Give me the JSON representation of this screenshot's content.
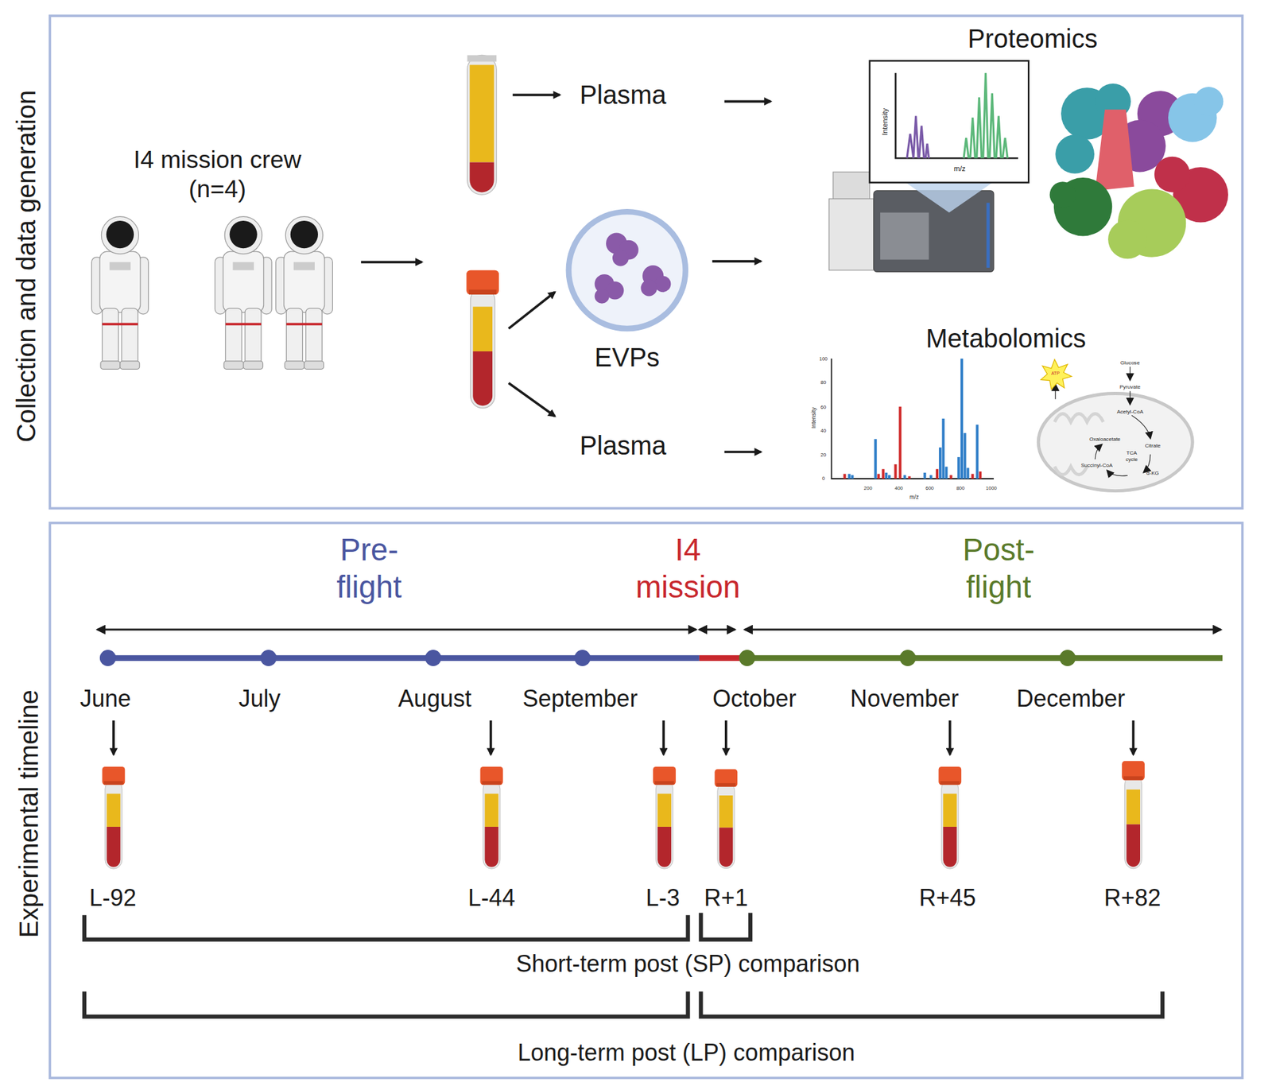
{
  "diagram": {
    "nodes": [
      {
        "text": [
          "Collection and data generation"
        ]
      },
      {
        "text": [
          "Experimental timeline"
        ]
      }
    ],
    "labels": [
      "I4 mission crew (n=4)",
      "Plasma",
      "Proteomics",
      "Intensity",
      "m/z",
      "EVPs",
      "Metabolomics",
      "Plasma",
      "100",
      "80",
      "60",
      "40",
      "20",
      "0",
      "200",
      "400",
      "600",
      "800",
      "1000",
      "Intensity",
      "m/z",
      "ATP",
      "Glucose",
      "Pyruvate",
      "Acetyl-CoA",
      "Oxaloacetate",
      "Citrate",
      "TCA cycle",
      "Succinyl-CoA",
      "α-KG",
      "Pre-flight",
      "I4 mission",
      "Post-flight",
      "June",
      "July",
      "August",
      "September",
      "October",
      "November",
      "December",
      "L-92",
      "L-44",
      "L-3",
      "R+1",
      "R+45",
      "R+82",
      "Short-term post (SP) comparison",
      "Long-term post (LP) comparison"
    ]
  }
}
